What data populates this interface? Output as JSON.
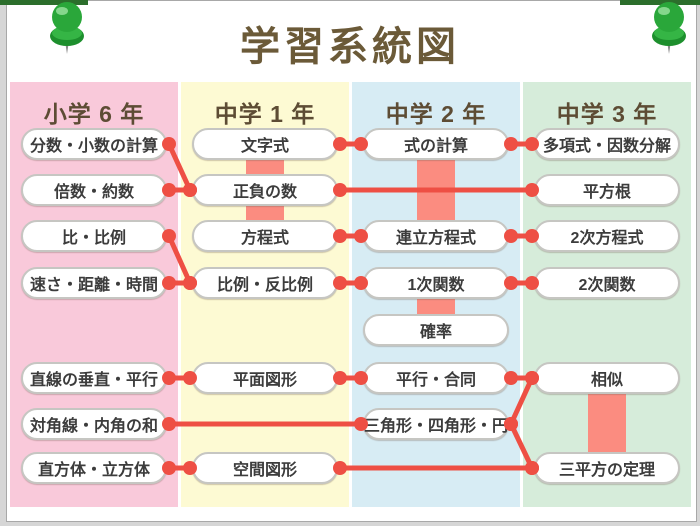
{
  "title": "学習系統図",
  "colors": {
    "line": "#ee4f44",
    "band": "#fb8c80",
    "board_green": "#2c6e2c",
    "title_text": "#6b5a38",
    "header_text": "#5d4c34"
  },
  "columns": [
    {
      "id": "shogaku6",
      "label": "小学 6 年",
      "color": "#f9c9da"
    },
    {
      "id": "chugaku1",
      "label": "中学 1 年",
      "color": "#fdfad3"
    },
    {
      "id": "chugaku2",
      "label": "中学 2 年",
      "color": "#d7ecf4"
    },
    {
      "id": "chugaku3",
      "label": "中学 3 年",
      "color": "#d6ecda"
    }
  ],
  "nodes": [
    {
      "id": "bunsu",
      "label": "分数・小数の計算",
      "col": 0,
      "row": 0
    },
    {
      "id": "baisu",
      "label": "倍数・約数",
      "col": 0,
      "row": 1
    },
    {
      "id": "hi",
      "label": "比・比例",
      "col": 0,
      "row": 2
    },
    {
      "id": "hayasa",
      "label": "速さ・距離・時間",
      "col": 0,
      "row": 3
    },
    {
      "id": "chokusen",
      "label": "直線の垂直・平行",
      "col": 0,
      "row": 5
    },
    {
      "id": "taikakusen",
      "label": "対角線・内角の和",
      "col": 0,
      "row": 6
    },
    {
      "id": "chokuhotai",
      "label": "直方体・立方体",
      "col": 0,
      "row": 7
    },
    {
      "id": "mojishiki",
      "label": "文字式",
      "col": 1,
      "row": 0
    },
    {
      "id": "seifu",
      "label": "正負の数",
      "col": 1,
      "row": 1
    },
    {
      "id": "hoteishiki",
      "label": "方程式",
      "col": 1,
      "row": 2
    },
    {
      "id": "hirei",
      "label": "比例・反比例",
      "col": 1,
      "row": 3
    },
    {
      "id": "heimen",
      "label": "平面図形",
      "col": 1,
      "row": 5
    },
    {
      "id": "kukan",
      "label": "空間図形",
      "col": 1,
      "row": 7
    },
    {
      "id": "shiki",
      "label": "式の計算",
      "col": 2,
      "row": 0
    },
    {
      "id": "renritsu",
      "label": "連立方程式",
      "col": 2,
      "row": 2
    },
    {
      "id": "ichiji",
      "label": "1次関数",
      "col": 2,
      "row": 3
    },
    {
      "id": "kakuritsu",
      "label": "確率",
      "col": 2,
      "row": 4
    },
    {
      "id": "heiko",
      "label": "平行・合同",
      "col": 2,
      "row": 5
    },
    {
      "id": "sankaku",
      "label": "三角形・四角形・円",
      "col": 2,
      "row": 6
    },
    {
      "id": "takoshiki",
      "label": "多項式・因数分解",
      "col": 3,
      "row": 0
    },
    {
      "id": "heihokon",
      "label": "平方根",
      "col": 3,
      "row": 1
    },
    {
      "id": "nijihotei",
      "label": "2次方程式",
      "col": 3,
      "row": 2
    },
    {
      "id": "nijikansu",
      "label": "2次関数",
      "col": 3,
      "row": 3
    },
    {
      "id": "soji",
      "label": "相似",
      "col": 3,
      "row": 5
    },
    {
      "id": "sanheiho",
      "label": "三平方の定理",
      "col": 3,
      "row": 7
    }
  ],
  "edges": [
    {
      "from": "bunsu",
      "to": "seifu"
    },
    {
      "from": "baisu",
      "to": "seifu"
    },
    {
      "from": "hi",
      "to": "hirei"
    },
    {
      "from": "hayasa",
      "to": "hirei"
    },
    {
      "from": "mojishiki",
      "to": "shiki"
    },
    {
      "from": "shiki",
      "to": "takoshiki"
    },
    {
      "from": "seifu",
      "to": "heihokon"
    },
    {
      "from": "hoteishiki",
      "to": "renritsu"
    },
    {
      "from": "renritsu",
      "to": "nijihotei"
    },
    {
      "from": "hirei",
      "to": "ichiji"
    },
    {
      "from": "ichiji",
      "to": "nijikansu"
    },
    {
      "from": "chokusen",
      "to": "heimen"
    },
    {
      "from": "heimen",
      "to": "heiko"
    },
    {
      "from": "heiko",
      "to": "soji"
    },
    {
      "from": "taikakusen",
      "to": "sankaku"
    },
    {
      "from": "sankaku",
      "to": "soji"
    },
    {
      "from": "sankaku",
      "to": "sanheiho"
    },
    {
      "from": "chokuhotai",
      "to": "kukan"
    },
    {
      "from": "kukan",
      "to": "sanheiho"
    }
  ],
  "bands": [
    {
      "col": 1,
      "from_row": 0,
      "to_row": 2
    },
    {
      "col": 2,
      "from_row": 0,
      "to_row": 2
    },
    {
      "col": 2,
      "from_row": 3,
      "to_row": 4
    },
    {
      "col": 3,
      "from_row": 5,
      "to_row": 7
    }
  ]
}
